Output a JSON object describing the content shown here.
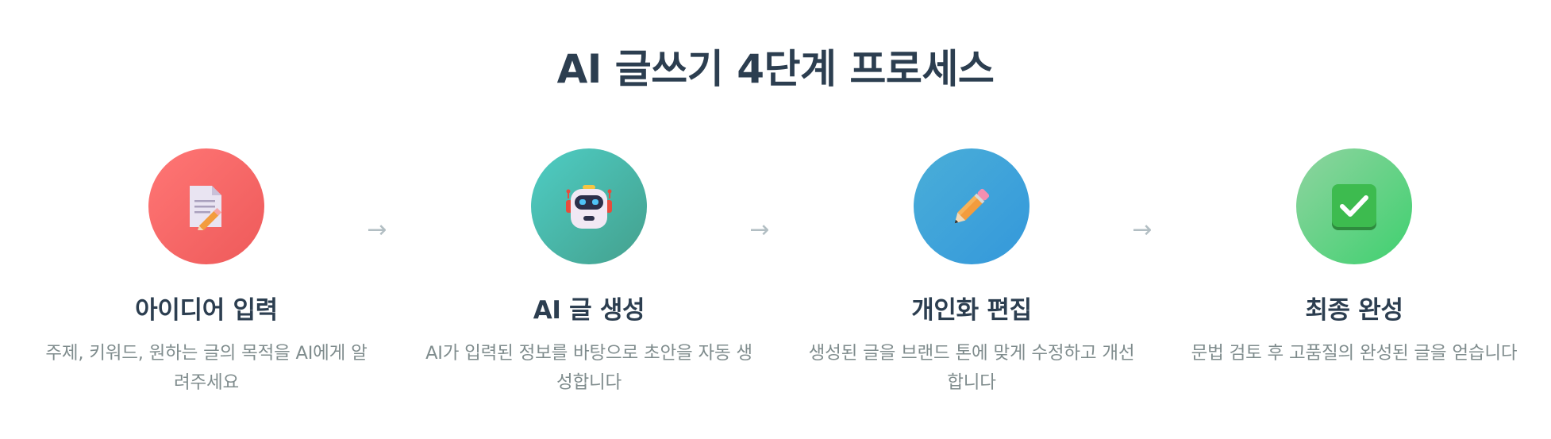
{
  "title": "AI 글쓰기 4단계 프로세스",
  "arrow_glyph": "→",
  "steps": [
    {
      "icon": "document-pencil-icon",
      "title": "아이디어 입력",
      "description": "주제, 키워드, 원하는 글의 목적을 AI에게 알려주세요",
      "color": "#ff7675"
    },
    {
      "icon": "robot-icon",
      "title": "AI 글 생성",
      "description": "AI가 입력된 정보를 바탕으로 초안을 자동 생성합니다",
      "color": "#4ecdc4"
    },
    {
      "icon": "pencil-icon",
      "title": "개인화 편집",
      "description": "생성된 글을 브랜드 톤에 맞게 수정하고 개선합니다",
      "color": "#3498db"
    },
    {
      "icon": "check-mark-button-icon",
      "title": "최종 완성",
      "description": "문법 검토 후 고품질의 완성된 글을 얻습니다",
      "color": "#3fd06f"
    }
  ]
}
